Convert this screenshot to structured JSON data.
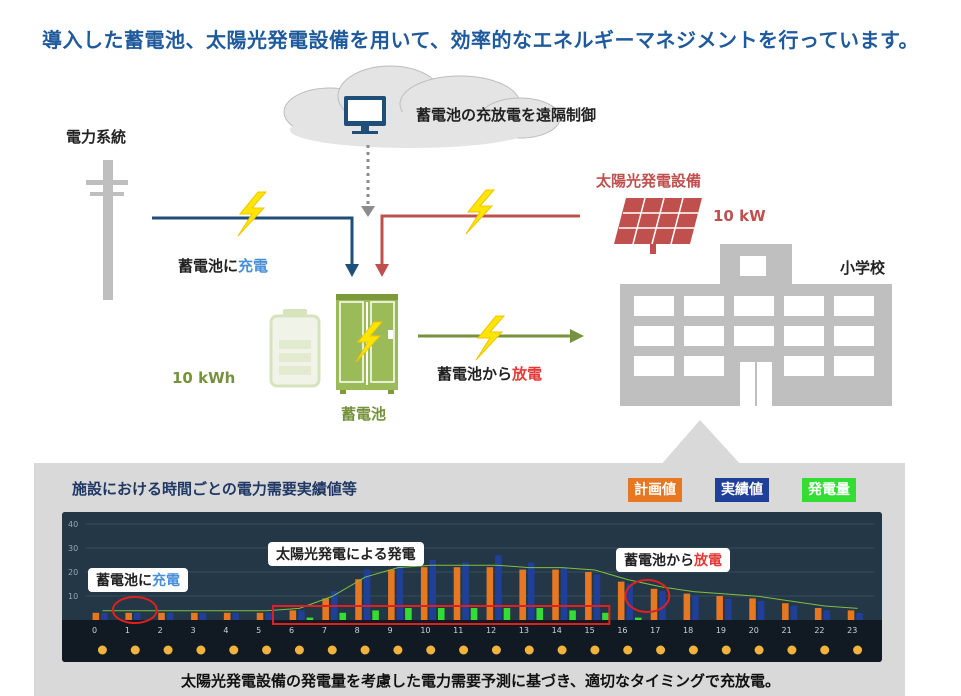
{
  "headline": "導入した蓄電池、太陽光発電設備を用いて、効率的なエネルギーマネジメントを行っています。",
  "cloud_label": "蓄電池の充放電を遠隔制御",
  "grid_label": "電力系統",
  "solar_label": "太陽光発電設備",
  "solar_capacity": "10 kW",
  "school_label": "小学校",
  "charge_label": {
    "prefix": "蓄電池に",
    "highlight": "充電"
  },
  "discharge_label": {
    "prefix": "蓄電池から",
    "highlight": "放電"
  },
  "battery_capacity": "10 kWh",
  "battery_label": "蓄電池",
  "chart_title": "施設における時間ごとの電力需要実績値等",
  "legend": [
    {
      "label": "計画値",
      "color": "#e87722"
    },
    {
      "label": "実績値",
      "color": "#1f3f99"
    },
    {
      "label": "発電量",
      "color": "#33dd33"
    }
  ],
  "chart_callouts": {
    "solar": "太陽光発電による発電",
    "charge_prefix": "蓄電池に",
    "charge_highlight": "充電",
    "discharge_prefix": "蓄電池から",
    "discharge_highlight": "放電"
  },
  "bottom_caption": "太陽光発電設備の発電量を考慮した電力需要予測に基づき、適切なタイミングで充放電。",
  "chart_data": {
    "type": "bar",
    "y_ticks": [
      "40",
      "30",
      "20",
      "10"
    ],
    "ylim": [
      0,
      40
    ],
    "hour_labels": [
      "0",
      "1",
      "2",
      "3",
      "4",
      "5",
      "6",
      "7",
      "8",
      "9",
      "10",
      "11",
      "12",
      "13",
      "14",
      "15",
      "16",
      "17",
      "18",
      "19",
      "20",
      "21",
      "22",
      "23"
    ],
    "series": [
      {
        "name": "計画値",
        "values": [
          3,
          3,
          3,
          3,
          3,
          3,
          4,
          9,
          17,
          21,
          22,
          22,
          22,
          21,
          21,
          20,
          16,
          13,
          11,
          10,
          9,
          7,
          5,
          4
        ]
      },
      {
        "name": "実績値",
        "values": [
          3,
          3,
          3,
          3,
          3,
          3,
          4,
          12,
          21,
          23,
          25,
          24,
          27,
          24,
          22,
          19,
          15,
          12,
          10,
          9,
          8,
          6,
          4,
          3
        ]
      },
      {
        "name": "発電量",
        "values": [
          0,
          0,
          0,
          0,
          0,
          0,
          1,
          3,
          4,
          5,
          5,
          5,
          5,
          5,
          4,
          3,
          1,
          0,
          0,
          0,
          0,
          0,
          0,
          0
        ]
      }
    ]
  }
}
